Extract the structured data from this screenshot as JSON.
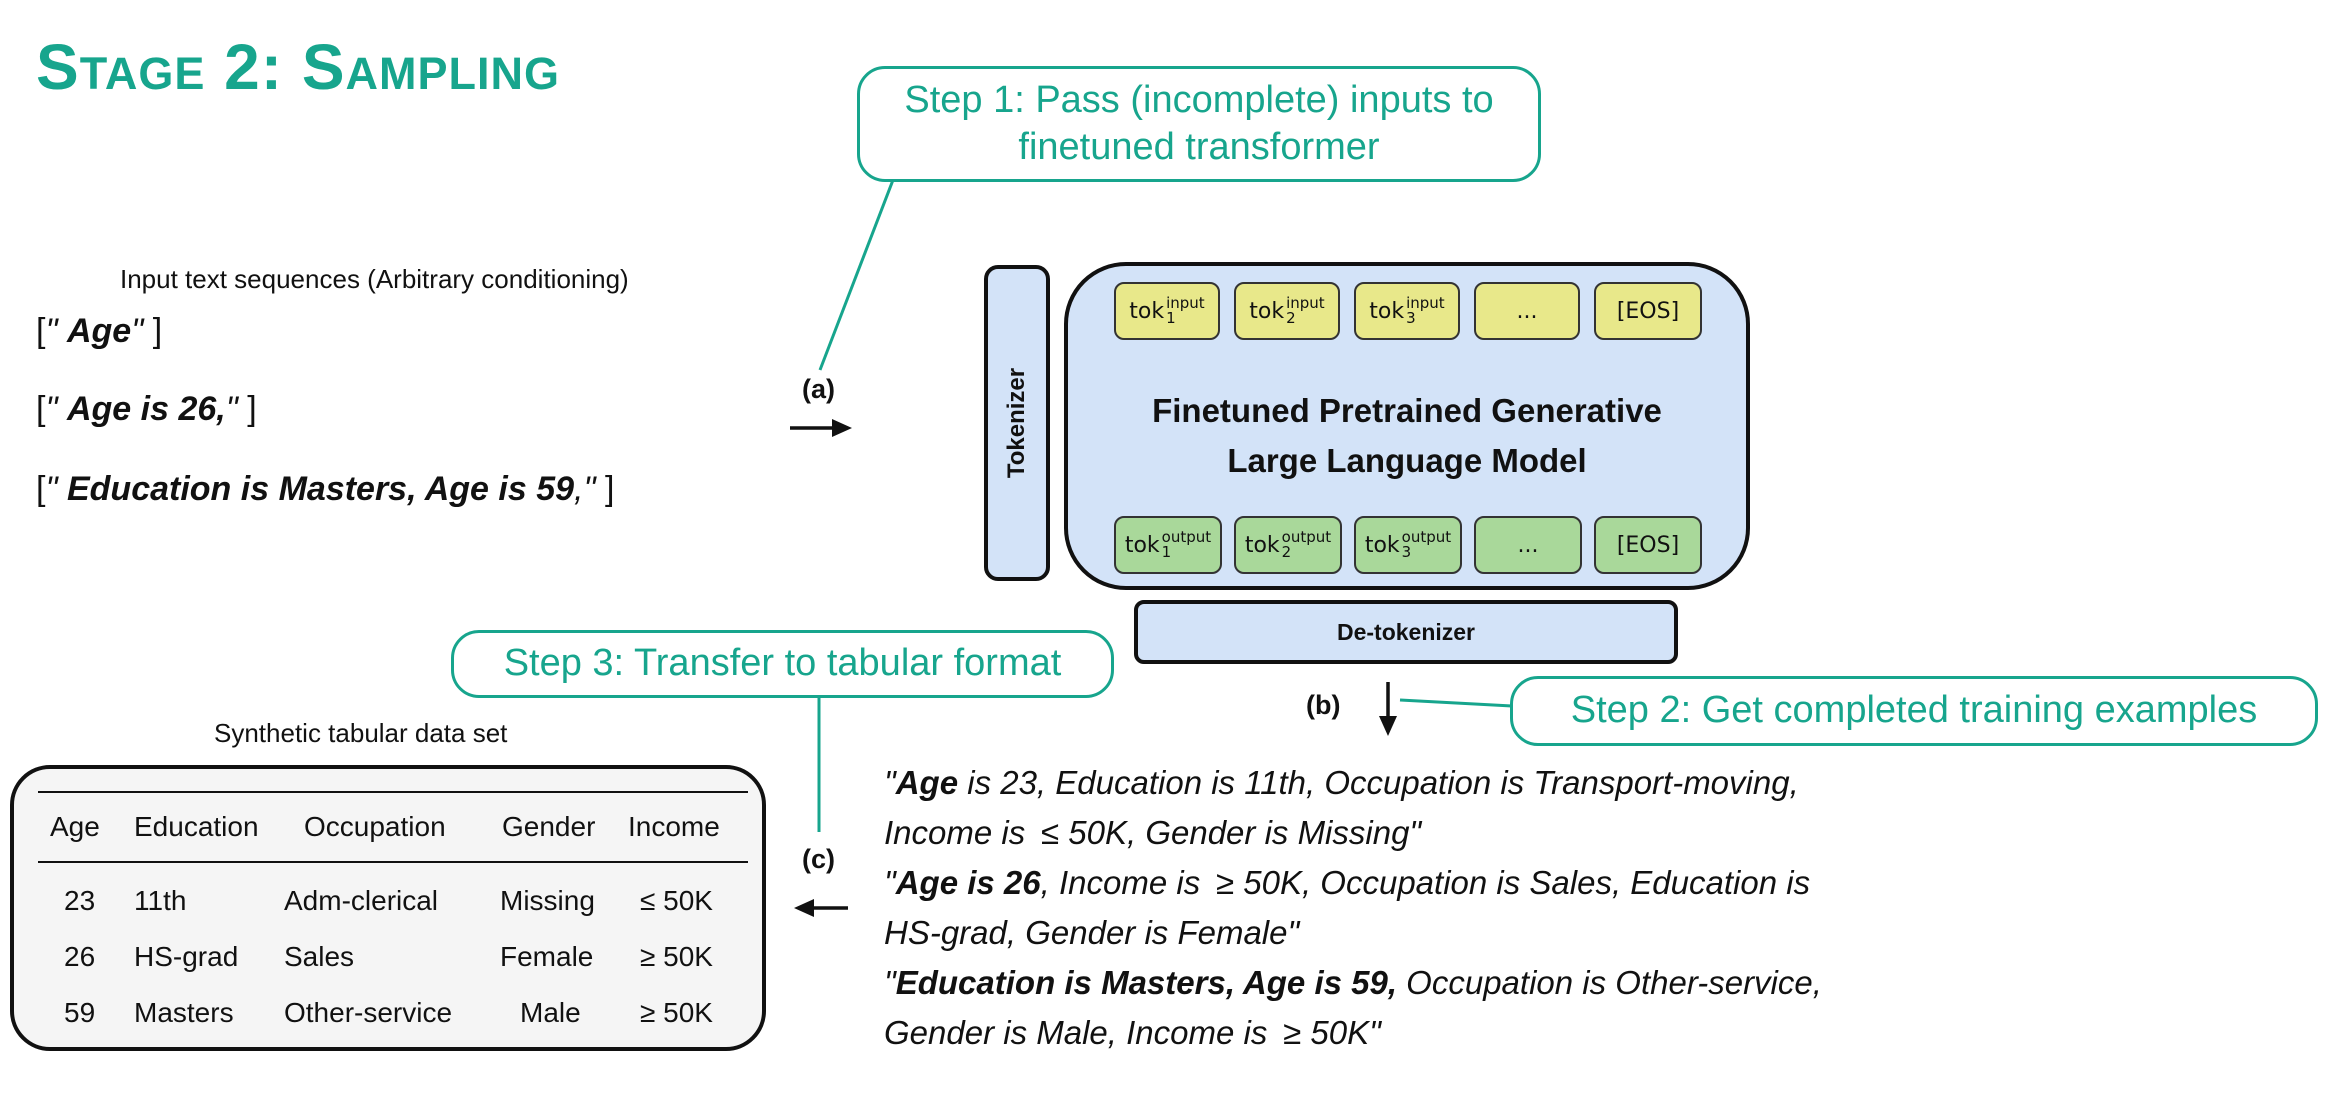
{
  "title": "Stage 2: Sampling",
  "callouts": {
    "step1_line1": "Step 1: Pass (incomplete) inputs to",
    "step1_line2": "finetuned transformer",
    "step2": "Step 2: Get completed training examples",
    "step3": "Step 3: Transfer to tabular format"
  },
  "input_sequences": {
    "heading": "Input text sequences (Arbitrary conditioning)",
    "items": [
      {
        "bold": "Age",
        "rest": ""
      },
      {
        "bold": "Age is 26,",
        "rest": ""
      },
      {
        "bold": "Education is Masters, Age is 59",
        "rest": ","
      }
    ]
  },
  "arrow_labels": {
    "a": "(a)",
    "b": "(b)",
    "c": "(c)"
  },
  "model": {
    "tokenizer": "Tokenizer",
    "label_line1": "Finetuned Pretrained Generative",
    "label_line2": "Large Language Model",
    "detokenizer": "De-tokenizer",
    "input_tokens": {
      "base": "tok",
      "sup": "input",
      "subs": [
        "1",
        "2",
        "3"
      ],
      "ellipsis": "...",
      "eos": "[EOS]"
    },
    "output_tokens": {
      "base": "tok",
      "sup": "output",
      "subs": [
        "1",
        "2",
        "3"
      ],
      "ellipsis": "...",
      "eos": "[EOS]"
    }
  },
  "examples": [
    {
      "l1_bold": "Age",
      "l1_rest": " is 23, Education is 11th, Occupation is Transport-moving,",
      "l2": "Income is  ≤ 50K, Gender is Missing\""
    },
    {
      "l1_bold": "Age is 26",
      "l1_rest": ", Income is  ≥ 50K, Occupation is Sales, Education is",
      "l2": "HS-grad, Gender is Female\""
    },
    {
      "l1_bold": "Education is Masters, Age is 59,",
      "l1_rest": " Occupation is Other-service,",
      "l2": "Gender is Male, Income is  ≥ 50K\""
    }
  ],
  "table": {
    "title": "Synthetic tabular data set",
    "headers": [
      "Age",
      "Education",
      "Occupation",
      "Gender",
      "Income"
    ],
    "rows": [
      [
        "23",
        "11th",
        "Adm-clerical",
        "Missing",
        "≤ 50K"
      ],
      [
        "26",
        "HS-grad",
        "Sales",
        "Female",
        "≥ 50K"
      ],
      [
        "59",
        "Masters",
        "Other-service",
        "Male",
        "≥ 50K"
      ]
    ]
  }
}
